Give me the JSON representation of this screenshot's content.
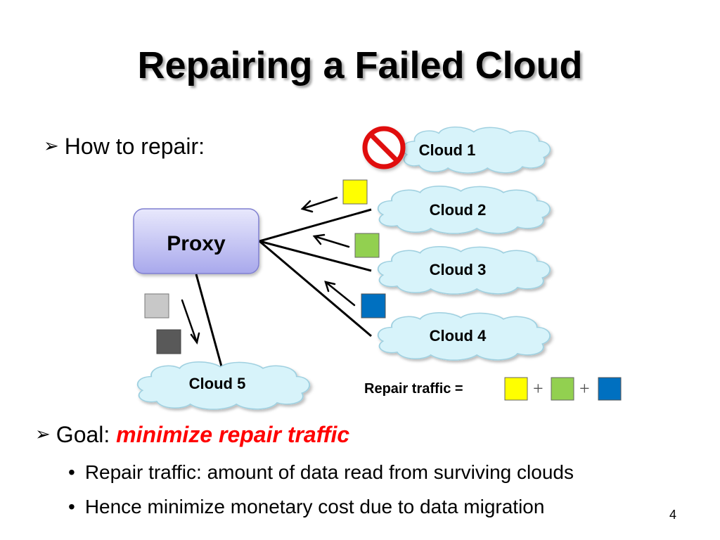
{
  "slide": {
    "title": "Repairing a Failed Cloud",
    "page_number": "4"
  },
  "bullets": {
    "how_to_repair": "How to repair:",
    "goal_prefix": "Goal: ",
    "goal_emphasis": "minimize repair traffic",
    "sub_items": [
      "Repair traffic: amount of data read from surviving clouds",
      "Hence minimize monetary cost due to data migration"
    ]
  },
  "diagram": {
    "proxy_label": "Proxy",
    "clouds": [
      "Cloud 1",
      "Cloud 2",
      "Cloud 3",
      "Cloud 4",
      "Cloud 5"
    ],
    "failed_cloud": "Cloud 1",
    "repair_traffic_label": "Repair traffic =",
    "plus_sign": "+",
    "colors": {
      "yellow_chunk": "#ffff00",
      "green_chunk": "#92d050",
      "blue_chunk": "#0070c0",
      "gray_light_chunk": "#c8c8c8",
      "gray_dark_chunk": "#595959",
      "prohibited_sign": "#e01010",
      "cloud_fill": "#d7f3fa",
      "proxy_fill": "#c8c8f4",
      "emphasis": "#ff0000"
    },
    "icons": [
      "prohibited-icon",
      "cloud-shape",
      "arrow"
    ]
  }
}
